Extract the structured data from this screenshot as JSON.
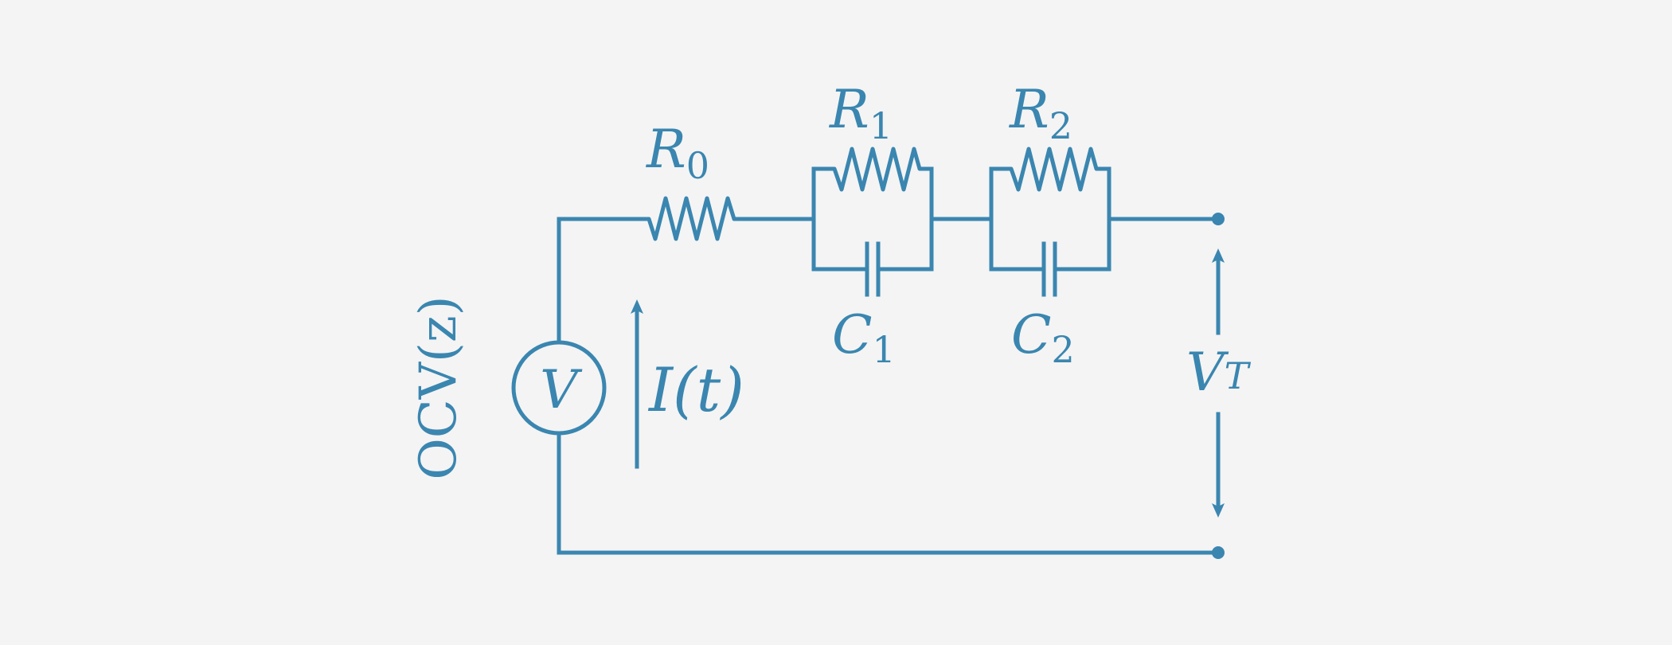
{
  "colors": {
    "stroke": "#3a86b0",
    "background": "#f4f4f4"
  },
  "labels": {
    "r0_main": "R",
    "r0_sub": "0",
    "r1_main": "R",
    "r1_sub": "1",
    "r2_main": "R",
    "r2_sub": "2",
    "c1_main": "C",
    "c1_sub": "1",
    "c2_main": "C",
    "c2_sub": "2",
    "source": "V",
    "ocv": "OCV(z)",
    "current": "I(t)",
    "vt_main": "V",
    "vt_sub": "T"
  }
}
